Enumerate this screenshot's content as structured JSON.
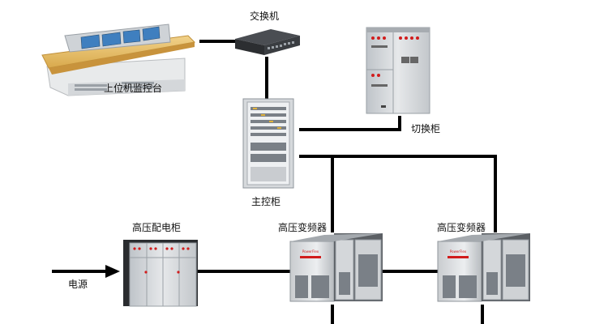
{
  "diagram": {
    "labels": {
      "console": "上位机监控台",
      "switch": "交换机",
      "transfer_cabinet": "切换柜",
      "main_cabinet": "主控柜",
      "hv_cabinet": "高压配电柜",
      "vfd_1": "高压变频器",
      "vfd_2": "高压变频器",
      "power": "电源"
    },
    "vfd_brand": "PowerFlex",
    "colors": {
      "line": "#000000",
      "cabinet_body": "#d9dcdf",
      "desk_wood": "#e9c36e",
      "screen_blue": "#3f7fbf",
      "accent_red": "#d11c1c"
    }
  }
}
